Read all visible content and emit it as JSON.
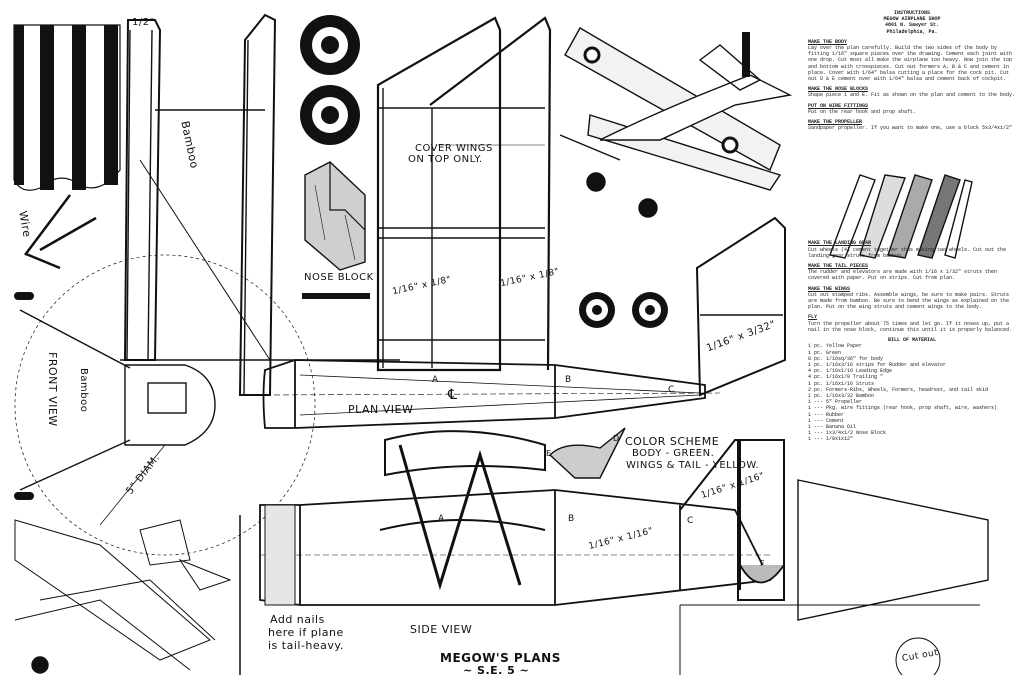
{
  "labels": {
    "bamboo_top": "Bamboo",
    "wire": "Wire",
    "cover_wings": "COVER WINGS",
    "on_top_only": "ON TOP ONLY.",
    "nose_block": "NOSE BLOCK",
    "strut_1": "1/16\" x 1/8\"",
    "strut_2": "1/16\" x 1/8\"",
    "strut_3": "1/16\" x 3/32\"",
    "half_inch": "1/2\"",
    "front_view": "FRONT VIEW",
    "bamboo_side": "Bamboo",
    "diam": "5\" DIAM.",
    "plan_view": "PLAN VIEW",
    "station_a": "A",
    "station_b": "B",
    "station_c": "C",
    "station_a2": "A",
    "station_b2": "B",
    "station_c2": "C",
    "station_d": "D",
    "station_e": "E",
    "station_f": "F",
    "color_scheme": "COLOR SCHEME",
    "body_green": "BODY - GREEN.",
    "wings_tail": "WINGS & TAIL - YELLOW.",
    "strut_4": "1/16\" x 1/16\"",
    "strut_5": "1/16\" x 1/16\"",
    "add_nails_1": "Add nails",
    "add_nails_2": "here if plane",
    "add_nails_3": "is tail-heavy.",
    "side_view": "SIDE VIEW",
    "megows": "MEGOW'S PLANS",
    "se5": "~ S.E. 5 ~",
    "cut_out": "Cut out",
    "centerline": "℄"
  },
  "instructions": {
    "title_1": "INSTRUCTIONS",
    "title_2": "MEGOW AIRPLANE SHOP",
    "title_3": "4801 N. Sawyer St.",
    "title_4": "Philadelphia, Pa.",
    "h1": "MAKE THE BODY",
    "p1": "Lay over the plan carefully. Build the two sides of the body by fitting 1/16\" square pieces over the drawing. Cement each joint with one drop. Cut most all make the airplane too heavy. Now join the top and bottom with crosspieces. Cut out formers A, B & C and cement in place. Cover with 1/64\" balsa cutting a place for the cock pit. Cut out D & E cement over with 1/64\" balsa and cement back of cockpit.",
    "h2": "MAKE THE NOSE BLOCKS",
    "p2": "Shape piece 1 and E. Fit as shown on the plan and cement to the body.",
    "h3": "PUT ON WIRE FITTINGS",
    "p3": "Put on the rear hook and prop shaft.",
    "h4": "MAKE THE PROPELLER",
    "p4": "Sandpaper propeller. If you want to make one, use a block 5x3/4x1/2\"",
    "h5": "MAKE THE LANDING GEAR",
    "p5": "Cut wheels (4) cement together thus making two wheels. Cut out the landing gear struts from bamboo.",
    "h6": "MAKE THE TAIL PIECES",
    "p6": "The rudder and elevators are made with 1/16 x 1/32\" struts then covered with paper. Put on strips. Cut from plan.",
    "h7": "MAKE THE WINGS",
    "p7": "Cut out stamped ribs. Assemble wings, be sure to make pairs. Struts are made from bamboo. Be sure to bend the wings as explained on the plan. Put on the wing struts and cement wings to the body.",
    "h8": "FLY",
    "p8": "Turn the propeller about 75 times and let go. If it noses up, put a nail in the nose block, continue this until it is properly balanced.",
    "h9": "BILL OF MATERIAL",
    "bom": [
      "1 pc. Yellow Paper",
      "1 pc. Green",
      "8 pc. 1/16sq/36\" for body",
      "1 pc. 1/16x3/16 strips for Rudder and elevator",
      "4 pc. 1/16x1/16 Leading Edge",
      "4 pc. 1/16x1/8 Trailing \"",
      "1 pc. 1/16x1/16 Struts",
      "2 pc. Formers-Ribs, Wheels, Formers, headrest, and tail skid",
      "1 pc. 1/16x3/32 Bamboo",
      "1 --- 5\" Propeller",
      "1 --- Pkg. wire fittings (rear hook, prop shaft, wire, washers)",
      "1 --- Rubber",
      "1 --- Cement",
      "1 --- Banana Oil",
      "1 --- 1x3/4x1/2 Nose Block",
      "1 --- 1/8x1x12\""
    ]
  }
}
